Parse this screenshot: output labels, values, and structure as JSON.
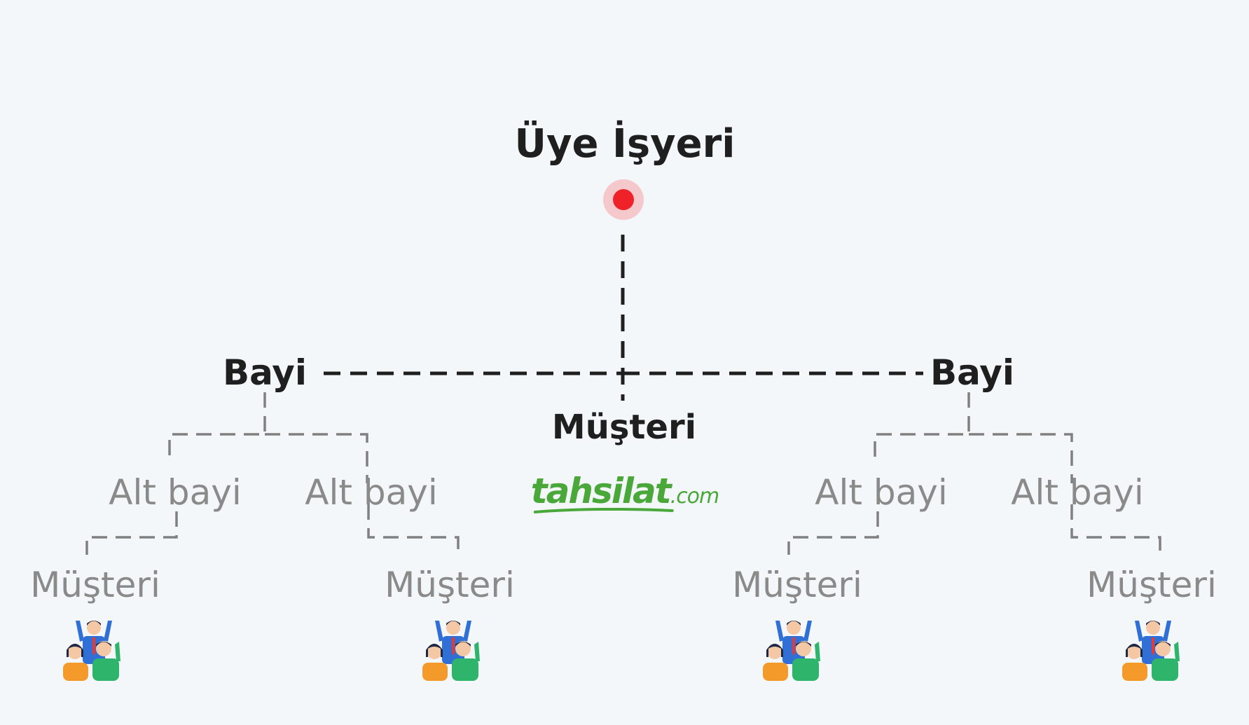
{
  "root": {
    "label": "Üye İşyeri"
  },
  "left": {
    "bayi": "Bayi",
    "alt_bayi": [
      "Alt bayi",
      "Alt bayi"
    ],
    "musteri": [
      "Müşteri",
      "Müşteri"
    ]
  },
  "right": {
    "bayi": "Bayi",
    "alt_bayi": [
      "Alt bayi",
      "Alt bayi"
    ],
    "musteri": [
      "Müşteri",
      "Müşteri"
    ]
  },
  "center": {
    "label": "Müşteri",
    "brand": {
      "main": "tahsilat",
      "domain": ".com"
    }
  },
  "colors": {
    "background": "#f4f7fa",
    "root_dot": "#ee2228",
    "root_halo": "#f5c9cb",
    "primary_line": "#1f1f1f",
    "secondary_line": "#808080",
    "brand_green": "#4aa83a"
  },
  "icons": [
    "group-of-people-icon"
  ]
}
